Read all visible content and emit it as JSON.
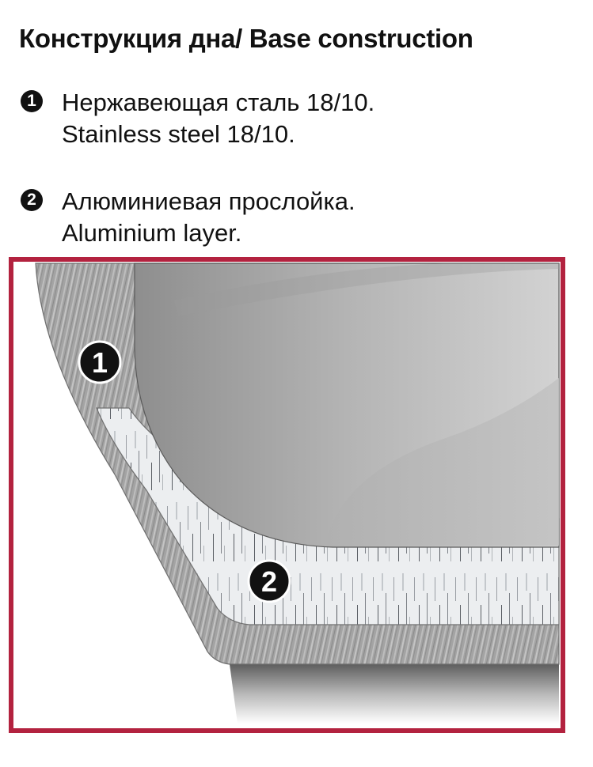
{
  "title": "Конструкция дна/ Base construction",
  "legend": [
    {
      "number": "1",
      "label_ru": "Нержавеющая сталь 18/10.",
      "label_en": "Stainless steel 18/10."
    },
    {
      "number": "2",
      "label_ru": "Алюминиевая прослойка.",
      "label_en": "Aluminium layer."
    }
  ],
  "diagram": {
    "badges": [
      {
        "number": "1",
        "layer": "stainless-steel"
      },
      {
        "number": "2",
        "layer": "aluminium"
      }
    ],
    "colors": {
      "frame": "#b3223f",
      "steel": "#9a9a9a",
      "aluminium": "#eef0f2",
      "interior": "#b8b8b8"
    }
  }
}
